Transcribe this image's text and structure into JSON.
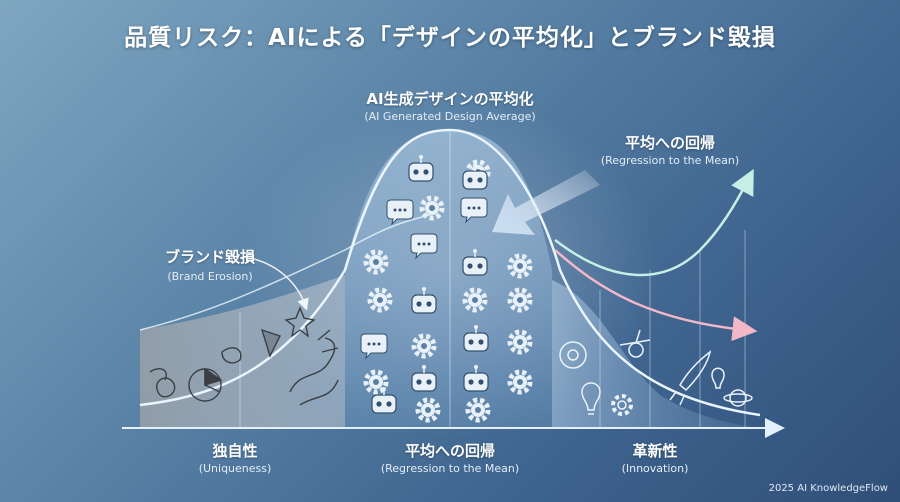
{
  "title": "品質リスク：AIによる「デザインの平均化」とブランド毀損",
  "labels": {
    "ai_average": {
      "jp": "AI生成デザインの平均化",
      "en": "(AI Generated Design Average)"
    },
    "regression_top": {
      "jp": "平均への回帰",
      "en": "(Regression to the Mean)"
    },
    "brand_erosion": {
      "jp": "ブランド毀損",
      "en": "(Brand Erosion)"
    }
  },
  "axis_sections": [
    {
      "jp": "独自性",
      "en": "(Uniqueness)"
    },
    {
      "jp": "平均への回帰",
      "en": "(Regression to the Mean)"
    },
    {
      "jp": "革新性",
      "en": "(Innovation)"
    }
  ],
  "credit": "2025 AI KnowledgeFlow",
  "icons": {
    "center": [
      "robot-icon",
      "gear-icon",
      "speech-bubble-icon"
    ],
    "uniqueness": [
      "sketch-scribble-icon",
      "pie-chart-icon",
      "leaf-icon",
      "star-icon"
    ],
    "innovation": [
      "lightbulb-icon",
      "rocket-icon",
      "planet-icon",
      "donut-chart-icon",
      "gear-icon"
    ]
  },
  "colors": {
    "bell_curve": "#e6f3ff",
    "arrow_up": "#bfe9e0",
    "arrow_right": "#f0b4c4",
    "arrow_into_mean": "#9fc3e6"
  }
}
